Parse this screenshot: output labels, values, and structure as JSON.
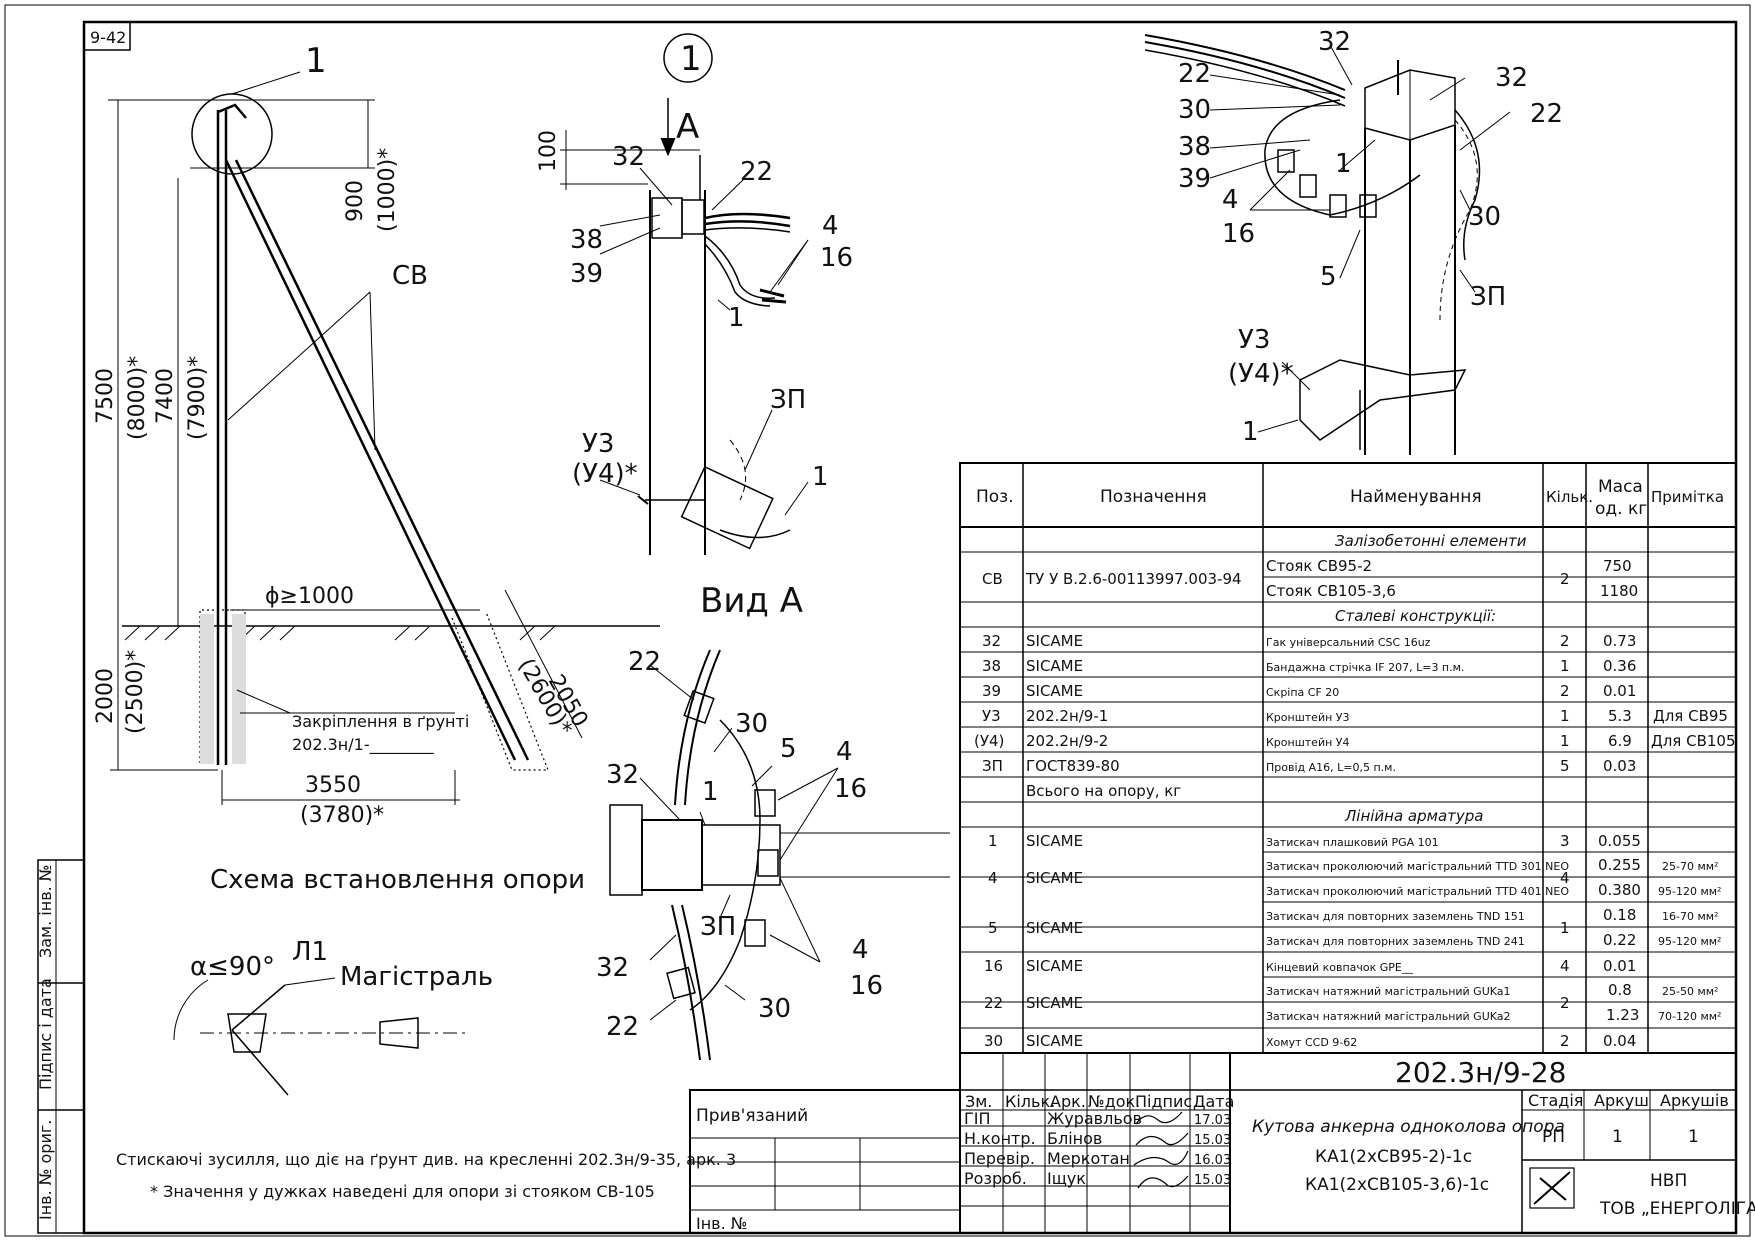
{
  "sheet_code": "9-42",
  "scheme": {
    "title": "Схема встановлення опори",
    "callout": "1",
    "label_sv": "СВ",
    "dim_900": "900",
    "dim_1000": "(1000)*",
    "dim_7500": "7500",
    "dim_8000": "(8000)*",
    "dim_7400": "7400",
    "dim_7900": "(7900)*",
    "dim_2000": "2000",
    "dim_2500": "(2500)*",
    "dim_2050": "2050",
    "dim_2600": "(2600)*",
    "dim_3550": "3550",
    "dim_3780": "(3780)*",
    "phi": "ϕ≥1000",
    "ground_line1": "Закріплення в ґрунті",
    "ground_line2": "202.3н/1-________"
  },
  "plan": {
    "alpha": "α≤90°",
    "l1": "Л1",
    "main_line": "Магістраль"
  },
  "detail1": {
    "callout": "1",
    "arrow_label": "А",
    "labels": {
      "d100": "100",
      "p32": "32",
      "p22": "22",
      "p38": "38",
      "p39": "39",
      "p4": "4",
      "p16": "16",
      "p1a": "1",
      "p3p": "ЗП",
      "pu3": "У3",
      "pu4": "(У4)*",
      "p1b": "1"
    }
  },
  "view_a": {
    "title": "Вид А",
    "labels": {
      "p22a": "22",
      "p30a": "30",
      "p5": "5",
      "p4a": "4",
      "p16a": "16",
      "p32a": "32",
      "p1": "1",
      "p3p": "ЗП",
      "p4b": "4",
      "p16b": "16",
      "p32b": "32",
      "p30b": "30",
      "p22b": "22"
    }
  },
  "iso": {
    "labels": {
      "p32a": "32",
      "p22a": "22",
      "p30a": "30",
      "p38": "38",
      "p39": "39",
      "p32b": "32",
      "p22b": "22",
      "p1a": "1",
      "p4": "4",
      "p16": "16",
      "p30b": "30",
      "p5": "5",
      "p3p": "ЗП",
      "pu3": "У3",
      "pu4": "(У4)*",
      "p1b": "1"
    }
  },
  "table": {
    "headers": {
      "pos": "Поз.",
      "designation": "Позначення",
      "name": "Найменування",
      "qty": "Кільк.",
      "mass_1": "Маса",
      "mass_2": "од. кг",
      "note": "Примітка"
    },
    "sections": {
      "concrete": "Залізобетонні елементи",
      "steel": "Сталеві конструкції:",
      "fittings": "Лінійна арматура"
    },
    "rows": {
      "sv": {
        "pos": "СВ",
        "designation": "ТУ У В.2.6-00113997.003-94",
        "qty": "2",
        "name1": "Стояк СВ95-2",
        "mass1": "750",
        "name2": "Стояк СВ105-3,6",
        "mass2": "1180"
      },
      "r32": {
        "pos": "32",
        "designation": "SICAME",
        "name": "Гак універсальний CSC 16uz",
        "qty": "2",
        "mass": "0.73",
        "note": ""
      },
      "r38": {
        "pos": "38",
        "designation": "SICAME",
        "name": "Бандажна стрічка IF 207, L=3 п.м.",
        "qty": "1",
        "mass": "0.36",
        "note": ""
      },
      "r39": {
        "pos": "39",
        "designation": "SICAME",
        "name": "Скріпа CF 20",
        "qty": "2",
        "mass": "0.01",
        "note": ""
      },
      "ru3": {
        "pos": "У3",
        "designation": "202.2н/9-1",
        "name": "Кронштейн У3",
        "qty": "1",
        "mass": "5.3",
        "note": "Для СВ95"
      },
      "ru4": {
        "pos": "(У4)",
        "designation": "202.2н/9-2",
        "name": "Кронштейн У4",
        "qty": "1",
        "mass": "6.9",
        "note": "Для СВ105"
      },
      "r3p": {
        "pos": "ЗП",
        "designation": "ГОСТ839-80",
        "name": "Провід А16, L=0,5 п.м.",
        "qty": "5",
        "mass": "0.03",
        "note": ""
      },
      "total": {
        "designation": "Всього на опору, кг"
      },
      "r1": {
        "pos": "1",
        "designation": "SICAME",
        "name": "Затискач плашковий PGA 101",
        "qty": "3",
        "mass": "0.055",
        "note": ""
      },
      "r4": {
        "pos": "4",
        "designation": "SICAME",
        "qty": "4",
        "name1": "Затискач проколюючий магістральний TTD 301 NEO",
        "mass1": "0.255",
        "note1": "25-70 мм²",
        "name2": "Затискач проколюючий магістральний TTD 401 NEO",
        "mass2": "0.380",
        "note2": "95-120 мм²"
      },
      "r5": {
        "pos": "5",
        "designation": "SICAME",
        "qty": "1",
        "name1": "Затискач для повторних заземлень TND 151",
        "mass1": "0.18",
        "note1": "16-70 мм²",
        "name2": "Затискач для повторних заземлень TND 241",
        "mass2": "0.22",
        "note2": "95-120 мм²"
      },
      "r16": {
        "pos": "16",
        "designation": "SICAME",
        "name": "Кінцевий ковпачок GPE__",
        "qty": "4",
        "mass": "0.01",
        "note": ""
      },
      "r22": {
        "pos": "22",
        "designation": "SICAME",
        "qty": "2",
        "name1": "Затискач натяжний магістральний GUKa1",
        "mass1": "0.8",
        "note1": "25-50 мм²",
        "name2": "Затискач натяжний магістральний GUKa2",
        "mass2": "1.23",
        "note2": "70-120 мм²"
      },
      "r30": {
        "pos": "30",
        "designation": "SICAME",
        "name": "Хомут CCD 9-62",
        "qty": "2",
        "mass": "0.04",
        "note": ""
      }
    }
  },
  "title_block": {
    "doc_code": "202.3н/9-28",
    "tied": "Прив'язаний",
    "inv_no": "Інв. №",
    "cols": {
      "zm": "Зм.",
      "kilk": "Кільк.",
      "ark": "Арк.",
      "ndok": "№док.",
      "pidpys": "Підпис",
      "data": "Дата"
    },
    "people": [
      {
        "role": "ГІП",
        "name": "Журавльов",
        "date": "17.03"
      },
      {
        "role": "Н.контр.",
        "name": "Блінов",
        "date": "15.03"
      },
      {
        "role": "Перевір.",
        "name": "Меркотан",
        "date": "16.03"
      },
      {
        "role": "Розроб.",
        "name": "Іщук",
        "date": "15.03"
      }
    ],
    "desc1": "Кутова анкерна одноколова опора",
    "desc2": "КА1(2хСВ95-2)-1с",
    "desc3": "КА1(2хСВ105-3,6)-1с",
    "stage_h": "Стадія",
    "sheet_h": "Аркуш",
    "sheets_h": "Аркушів",
    "stage": "РП",
    "sheet": "1",
    "sheets": "1",
    "company1": "НВП",
    "company2": "ТОВ „ЕНЕРГОЛІГА\""
  },
  "side_stamps": {
    "zam": "Зам. інв. №",
    "pidpys": "Підпис і дата",
    "inv": "Інв. № ориг."
  },
  "notes": {
    "n1": "Стискаючі зусилля, що діє на ґрунт див. на кресленні 202.3н/9-35, арк. 3",
    "n2": "* Значення у дужках наведені для опори зі стояком СВ-105"
  }
}
